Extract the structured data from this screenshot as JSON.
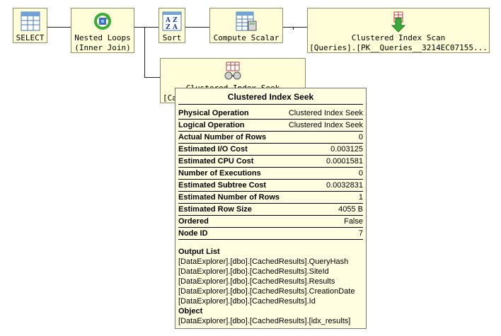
{
  "nodes": {
    "select": {
      "line1": "SELECT",
      "line2": ""
    },
    "nested_loops": {
      "line1": "Nested Loops",
      "line2": "(Inner Join)"
    },
    "sort": {
      "line1": "Sort",
      "line2": ""
    },
    "compute_scalar": {
      "line1": "Compute Scalar",
      "line2": ""
    },
    "clustered_index_scan": {
      "line1": "Clustered Index Scan",
      "line2": "[Queries].[PK__Queries__3214EC07155..."
    },
    "clustered_index_seek": {
      "line1": "Clustered Index Seek",
      "line2": "[Ca"
    }
  },
  "tooltip": {
    "title": "Clustered Index Seek",
    "properties": [
      {
        "key": "Physical Operation",
        "value": "Clustered Index Seek"
      },
      {
        "key": "Logical Operation",
        "value": "Clustered Index Seek"
      },
      {
        "key": "Actual Number of Rows",
        "value": "0"
      },
      {
        "key": "Estimated I/O Cost",
        "value": "0.003125"
      },
      {
        "key": "Estimated CPU Cost",
        "value": "0.0001581"
      },
      {
        "key": "Number of Executions",
        "value": "0"
      },
      {
        "key": "Estimated Subtree Cost",
        "value": "0.0032831"
      },
      {
        "key": "Estimated Number of Rows",
        "value": "1"
      },
      {
        "key": "Estimated Row Size",
        "value": "4055 B"
      },
      {
        "key": "Ordered",
        "value": "False"
      },
      {
        "key": "Node ID",
        "value": "7"
      }
    ],
    "output_list_header": "Output List",
    "output_list": [
      "[DataExplorer].[dbo].[CachedResults].QueryHash",
      "[DataExplorer].[dbo].[CachedResults].SiteId",
      "[DataExplorer].[dbo].[CachedResults].Results",
      "[DataExplorer].[dbo].[CachedResults].CreationDate",
      "[DataExplorer].[dbo].[CachedResults].Id"
    ],
    "object_header": "Object",
    "object_value": "[DataExplorer].[dbo].[CachedResults].[idx_results]"
  },
  "icons": {
    "select": "table-grid-icon",
    "nested_loops": "nested-loops-icon",
    "sort": "sort-az-icon",
    "compute_scalar": "calculator-grid-icon",
    "clustered_index_scan": "index-scan-icon",
    "clustered_index_seek": "index-seek-icon"
  }
}
